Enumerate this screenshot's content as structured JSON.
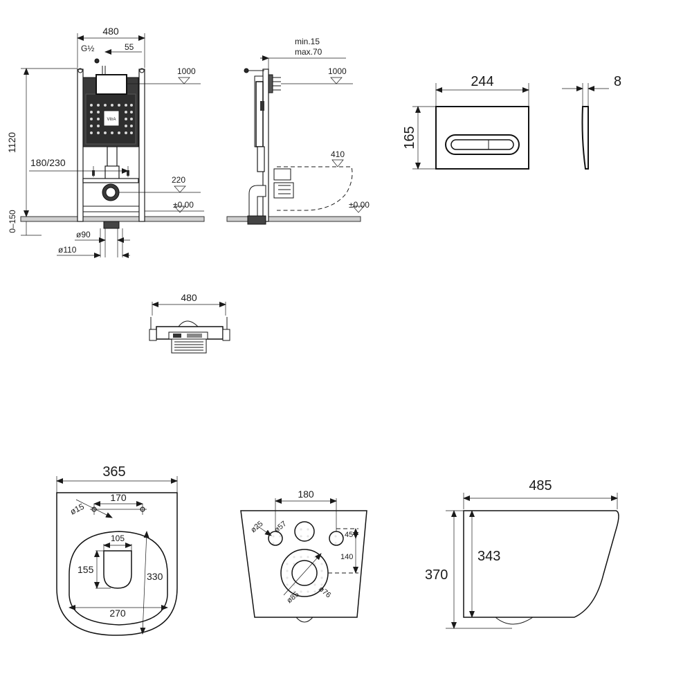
{
  "frame_front": {
    "width_label": "480",
    "thread_label": "G½",
    "offset_label": "55",
    "level_1000": "1000",
    "height_label": "1120",
    "floor_range_label": "0–150",
    "bolt_spacing_label": "180/230",
    "outlet_height_label": "220",
    "zero_label": "±0.00",
    "pipe_90_label": "ø90",
    "pipe_110_label": "ø110",
    "logo_text": "VitrA"
  },
  "frame_side": {
    "depth_min_label": "min.15",
    "depth_max_label": "max.70",
    "level_1000": "1000",
    "level_410": "410",
    "zero_label": "±0.00"
  },
  "flush_plate": {
    "width_label": "244",
    "height_label": "165",
    "thickness_label": "8"
  },
  "frame_top": {
    "width_label": "480"
  },
  "bowl_top": {
    "width_label": "365",
    "hole_spacing_label": "170",
    "hole_diameter_label": "ø15",
    "opening_width_label": "105",
    "opening_height_label": "155",
    "inner_length_label": "330",
    "inner_width_label": "270"
  },
  "bowl_back": {
    "bolt_spacing_label": "180",
    "bolt_diameter_label": "ø25",
    "inlet_diameter_label": "ø57",
    "bolt_offset_label": "45",
    "outlet_offset_label": "140",
    "outlet_outer_label": "ø85",
    "outlet_inner_label": "ø76"
  },
  "bowl_side": {
    "length_label": "485",
    "height_label": "370",
    "inner_height_label": "343"
  }
}
